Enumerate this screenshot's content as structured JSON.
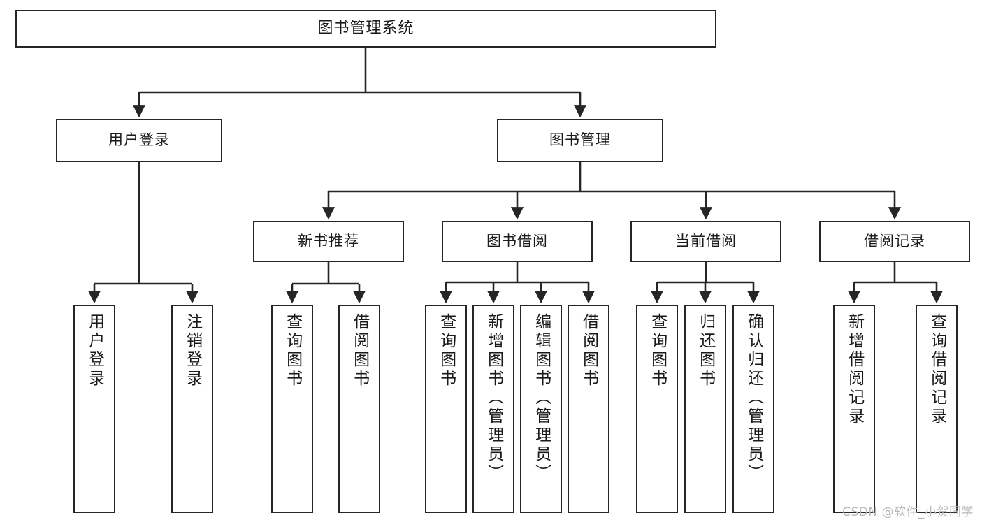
{
  "diagram": {
    "type": "tree-hierarchy",
    "title": "图书管理系统",
    "orientation": "top-down",
    "colors": {
      "box_border": "#262626",
      "box_fill": "#ffffff",
      "edge": "#262626",
      "text": "#1a1a1a",
      "watermark": "#b9b9b9",
      "background": "#ffffff"
    },
    "nodes": {
      "root": {
        "label": "图书管理系统"
      },
      "level2": [
        {
          "label": "用户登录"
        },
        {
          "label": "图书管理"
        }
      ],
      "level3": [
        {
          "label": "新书推荐"
        },
        {
          "label": "图书借阅"
        },
        {
          "label": "当前借阅"
        },
        {
          "label": "借阅记录"
        }
      ],
      "leaves": {
        "user_login": [
          {
            "label": "用户登录"
          },
          {
            "label": "注销登录"
          }
        ],
        "new_book_recommend": [
          {
            "label": "查询图书"
          },
          {
            "label": "借阅图书"
          }
        ],
        "book_borrow": [
          {
            "label": "查询图书"
          },
          {
            "label": "新增图书（管理员）"
          },
          {
            "label": "编辑图书（管理员）"
          },
          {
            "label": "借阅图书"
          }
        ],
        "current_borrow": [
          {
            "label": "查询图书"
          },
          {
            "label": "归还图书"
          },
          {
            "label": "确认归还（管理员）"
          }
        ],
        "borrow_record": [
          {
            "label": "新增借阅记录"
          },
          {
            "label": "查询借阅记录"
          }
        ]
      }
    },
    "edges": [
      {
        "from": "图书管理系统",
        "to": "用户登录"
      },
      {
        "from": "图书管理系统",
        "to": "图书管理"
      },
      {
        "from": "图书管理",
        "to": "新书推荐"
      },
      {
        "from": "图书管理",
        "to": "图书借阅"
      },
      {
        "from": "图书管理",
        "to": "当前借阅"
      },
      {
        "from": "图书管理",
        "to": "借阅记录"
      },
      {
        "from": "用户登录",
        "to": "用户登录"
      },
      {
        "from": "用户登录",
        "to": "注销登录"
      },
      {
        "from": "新书推荐",
        "to": "查询图书"
      },
      {
        "from": "新书推荐",
        "to": "借阅图书"
      },
      {
        "from": "图书借阅",
        "to": "查询图书"
      },
      {
        "from": "图书借阅",
        "to": "新增图书（管理员）"
      },
      {
        "from": "图书借阅",
        "to": "编辑图书（管理员）"
      },
      {
        "from": "图书借阅",
        "to": "借阅图书"
      },
      {
        "from": "当前借阅",
        "to": "查询图书"
      },
      {
        "from": "当前借阅",
        "to": "归还图书"
      },
      {
        "from": "当前借阅",
        "to": "确认归还（管理员）"
      },
      {
        "from": "借阅记录",
        "to": "新增借阅记录"
      },
      {
        "from": "借阅记录",
        "to": "查询借阅记录"
      }
    ]
  },
  "watermark": {
    "text": "CSDN @软件_小贺同学"
  }
}
